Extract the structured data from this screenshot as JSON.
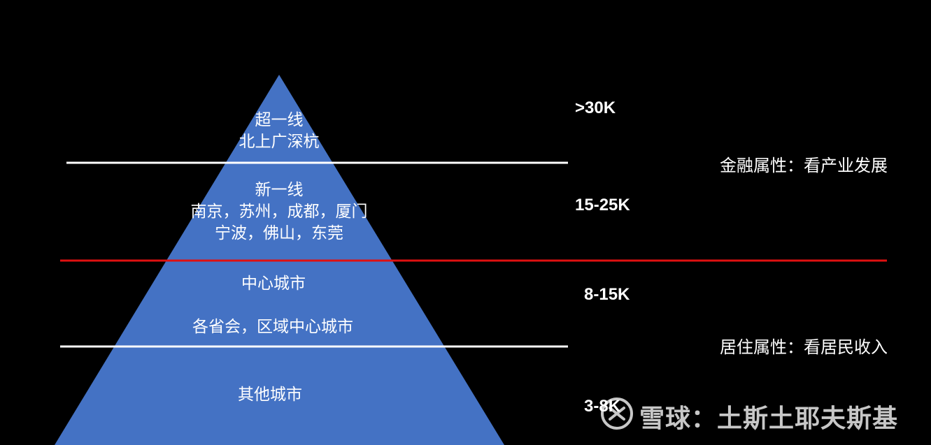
{
  "colors": {
    "background": "#000000",
    "pyramid": "#4472C4",
    "divider_white": "#FFFFFF",
    "divider_red": "#E01010",
    "text": "#FFFFFF"
  },
  "tiers": [
    {
      "title": "超一线",
      "cities": [
        "北上广深杭"
      ],
      "salary": ">30K"
    },
    {
      "title": "新一线",
      "cities": [
        "南京，苏州，成都，厦门",
        "宁波，佛山，东莞"
      ],
      "salary": "15-25K"
    },
    {
      "title": "中心城市",
      "cities": [
        "各省会，区域中心城市"
      ],
      "salary": "8-15K"
    },
    {
      "title": "其他城市",
      "cities": [],
      "salary": "3-8K"
    }
  ],
  "attributes": [
    {
      "label": "金融属性：看产业发展"
    },
    {
      "label": "居住属性：看居民收入"
    }
  ],
  "watermark": {
    "text": "雪球：土斯土耶夫斯基",
    "icon": "xueqiu-logo-icon"
  }
}
